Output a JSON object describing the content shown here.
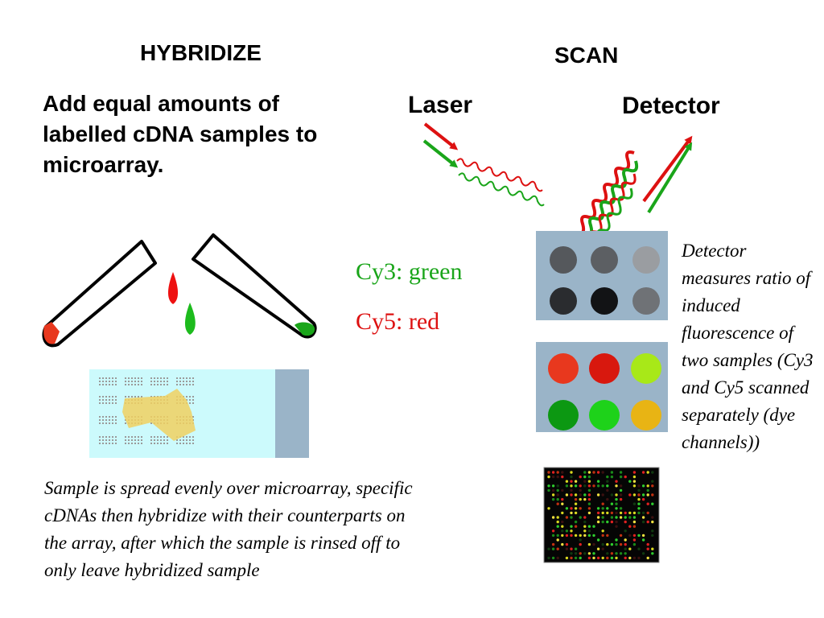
{
  "hybridize": {
    "title": "HYBRIDIZE",
    "subtitle": "Add equal amounts of labelled cDNA samples to microarray.",
    "caption": "Sample is spread evenly over microarray, specific cDNAs then hybridize with their counterparts on the array, after which the sample is rinsed off to only leave hybridized sample"
  },
  "scan": {
    "title": "SCAN",
    "laser_label": "Laser",
    "detector_label": "Detector",
    "cy3_label": "Cy3: green",
    "cy5_label": "Cy5: red",
    "detector_caption": "Detector measures ratio of induced fluorescence of two samples (Cy3 and Cy5 scanned separately (dye channels))"
  },
  "colors": {
    "cy3": "#1aa51a",
    "cy5": "#dd1111",
    "slide": "#ccfafc",
    "slide_label": "#9ab4c8",
    "array_bg": "#9ab4c8",
    "sample_spread": "#f0d060"
  },
  "spots": {
    "grayscale": [
      "#55585c",
      "#5c5f63",
      "#9a9da1",
      "#2a2c2f",
      "#121315",
      "#6f7276"
    ],
    "color": [
      "#e8381e",
      "#d8180e",
      "#a8e818",
      "#0c9812",
      "#1ed21a",
      "#e8b414"
    ]
  }
}
